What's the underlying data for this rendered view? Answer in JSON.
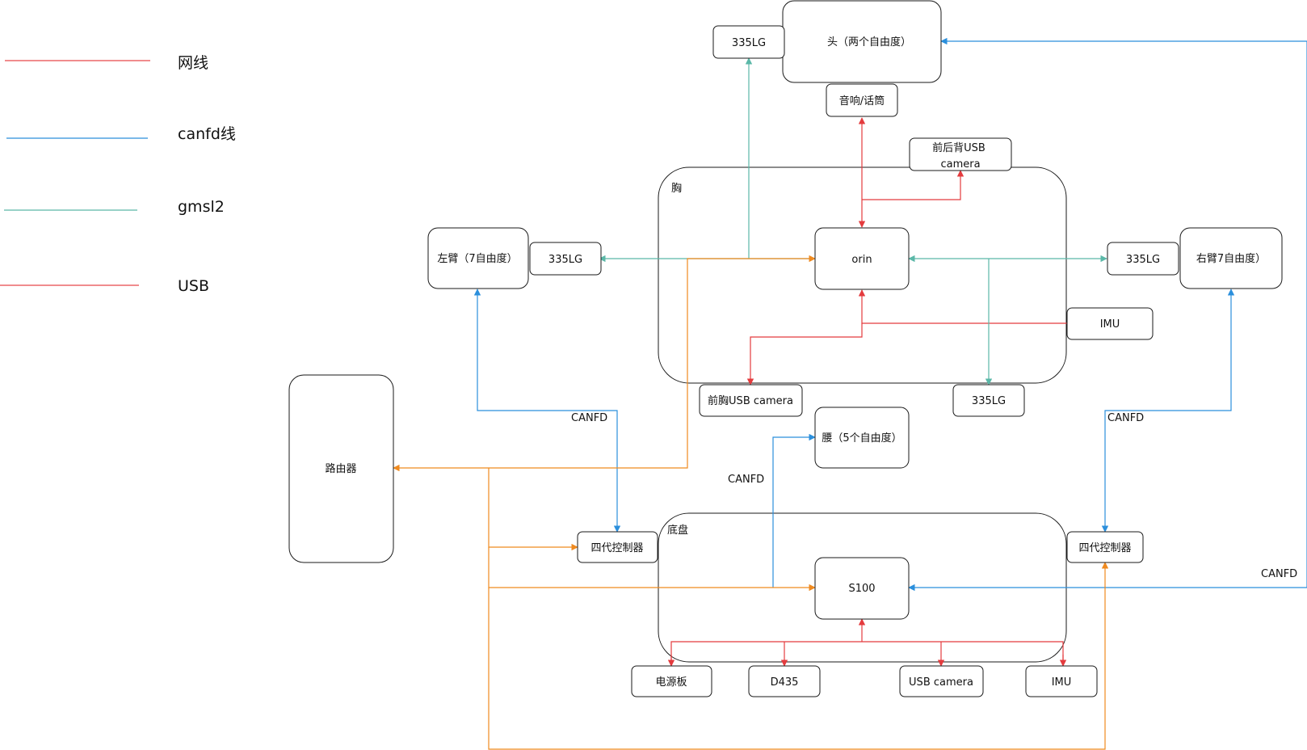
{
  "legend": {
    "network": {
      "label": "网线",
      "color": "#e8474a"
    },
    "canfd": {
      "label": "canfd线",
      "color": "#2b8fdc"
    },
    "gmsl2": {
      "label": "gmsl2",
      "color": "#5bb8a8"
    },
    "usb": {
      "label": "USB",
      "color": "#e8474a"
    }
  },
  "colors": {
    "usb": "#e43b3e",
    "canfd": "#2b8fdc",
    "gmsl2": "#5bb8a8",
    "ethernet": "#ef8a1f"
  },
  "zones": {
    "chest": "胸",
    "chassis": "底盘"
  },
  "nodes": {
    "head": "头（两个自由度）",
    "cam_335lg_head": "335LG",
    "speaker_mic": "音响/话筒",
    "front_back_usb_camera": "前后背USB\ncamera",
    "left_arm": "左臂（7自由度）",
    "cam_335lg_left": "335LG",
    "orin": "orin",
    "cam_335lg_right": "335LG",
    "right_arm": "右臂7自由度）",
    "imu_chest": "IMU",
    "front_chest_usb_camera": "前胸USB camera",
    "cam_335lg_chest": "335LG",
    "waist": "腰（5个自由度）",
    "router": "路由器",
    "controller_left": "四代控制器",
    "controller_right": "四代控制器",
    "s100": "S100",
    "power_board": "电源板",
    "d435": "D435",
    "usb_camera": "USB camera",
    "imu_chassis": "IMU"
  },
  "link_labels": {
    "left_arm_canfd": "CANFD",
    "waist_canfd": "CANFD",
    "right_arm_canfd": "CANFD",
    "head_canfd": "CANFD"
  }
}
